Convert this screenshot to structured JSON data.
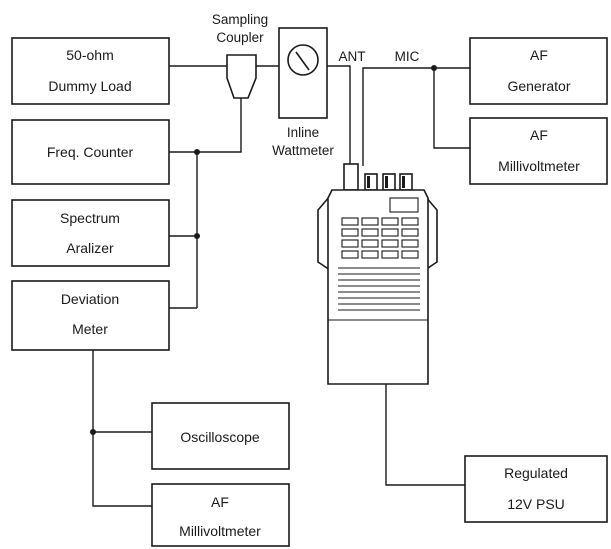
{
  "blocks": {
    "dummy_load": {
      "line1": "50-ohm",
      "line2": "Dummy Load"
    },
    "freq_counter": {
      "line1": "Freq. Counter"
    },
    "spectrum": {
      "line1": "Spectrum",
      "line2": "Aralizer"
    },
    "deviation": {
      "line1": "Deviation",
      "line2": "Meter"
    },
    "oscilloscope": {
      "line1": "Oscilloscope"
    },
    "af_mv_bottom": {
      "line1": "AF",
      "line2": "Millivoltmeter"
    },
    "af_generator": {
      "line1": "AF",
      "line2": "Generator"
    },
    "af_mv_right": {
      "line1": "AF",
      "line2": "Millivoltmeter"
    },
    "psu": {
      "line1": "Regulated",
      "line2": "12V  PSU"
    }
  },
  "labels": {
    "sampling_coupler": {
      "line1": "Sampling",
      "line2": "Coupler"
    },
    "wattmeter": {
      "line1": "Inline",
      "line2": "Wattmeter"
    },
    "ant": "ANT",
    "mic": "MIC"
  },
  "icons": {
    "coupler": "sampling-coupler-icon",
    "wattmeter": "wattmeter-icon",
    "radio": "handheld-transceiver-icon"
  }
}
